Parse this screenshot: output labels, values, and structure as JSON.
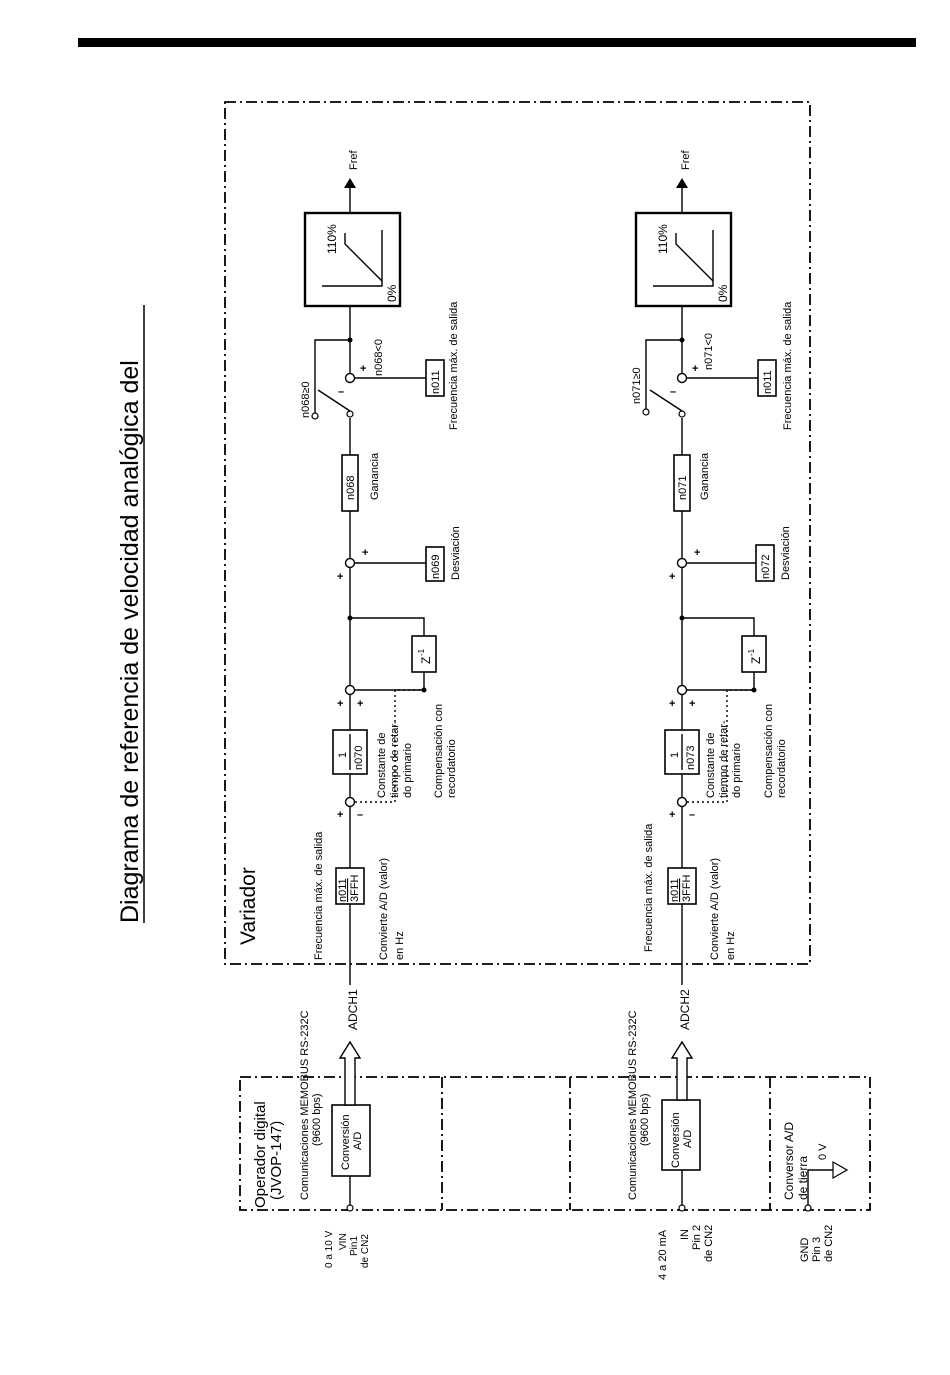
{
  "title": "Diagrama de referencia de velocidad analógica del",
  "variador_label": "Variador",
  "operator": {
    "title_line1": "Operador digital",
    "title_line2": "(JVOP-147)",
    "conversion_line1": "Conversión",
    "conversion_line2": "A/D",
    "comm_line1": "Comunicaciones MEMOBUS RS-232C",
    "comm_line2": "(9600 bps)",
    "conversor_line1": "Conversor A/D",
    "conversor_line2": "de tierra",
    "zero_v": "0 V"
  },
  "ground_pin": {
    "line1": "GND",
    "line2": "Pin 3",
    "line3": "de CN2"
  },
  "channels": [
    {
      "input_range": "0 a 10 V",
      "pin_line1": "VIN",
      "pin_line2": "Pin1",
      "pin_line3": "de CN2",
      "adch": "ADCH1",
      "conv_line1": "n011",
      "conv_line2": "3FFH",
      "freq_label": "Frecuencia máx. de salida",
      "convierte_line1": "Convierte A/D (valor)",
      "convierte_line2": "en Hz",
      "filter_num": "1",
      "filter_param": "n070",
      "ctr_line1": "Constante de",
      "ctr_line2": "tiempo de retar-",
      "ctr_line3": "do primario",
      "comp_line1": "Compensación con",
      "comp_line2": "recordatorio",
      "delay": "Z",
      "delay_exp": "-1",
      "bias_param": "n069",
      "bias_label": "Desviación",
      "gain_param": "n068",
      "gain_label": "Ganancia",
      "sw_ge": "n068≥0",
      "sw_lt": "n068<0",
      "fmax_param": "n011",
      "fmax_label": "Frecuencia máx. de salida",
      "lim_110": "110%",
      "lim_0": "0%",
      "fref": "Fref"
    },
    {
      "input_range": "4 a 20 mA",
      "pin_line1": "IN",
      "pin_line2": "Pin 2",
      "pin_line3": "de CN2",
      "adch": "ADCH2",
      "conv_line1": "n011",
      "conv_line2": "3FFH",
      "freq_label": "Frecuencia máx. de salida",
      "convierte_line1": "Convierte A/D (valor)",
      "convierte_line2": "en Hz",
      "filter_num": "1",
      "filter_param": "n073",
      "ctr_line1": "Constante de",
      "ctr_line2": "tiempo de retar-",
      "ctr_line3": "do primario",
      "comp_line1": "Compensación con",
      "comp_line2": "recordatorio",
      "delay": "Z",
      "delay_exp": "-1",
      "bias_param": "n072",
      "bias_label": "Desviación",
      "gain_param": "n071",
      "gain_label": "Ganancia",
      "sw_ge": "n071≥0",
      "sw_lt": "n071<0",
      "fmax_param": "n011",
      "fmax_label": "Frecuencia máx. de salida",
      "lim_110": "110%",
      "lim_0": "0%",
      "fref": "Fref"
    }
  ]
}
